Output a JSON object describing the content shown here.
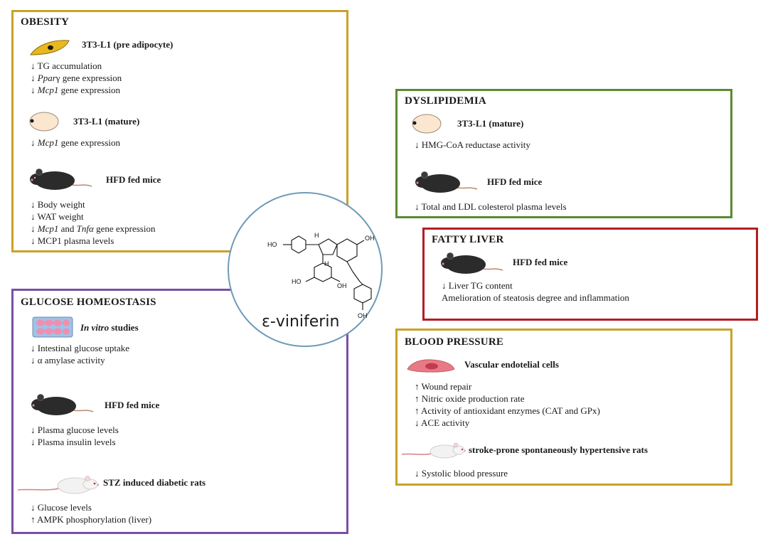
{
  "compound": {
    "name": "ε-viniferin"
  },
  "molecule": {
    "oh_label": "OH",
    "ho_label": "HO",
    "h_label": "H"
  },
  "obesity": {
    "title": "OBESITY",
    "model1": "3T3-L1 (pre adipocyte)",
    "effects1": [
      "↓ TG accumulation",
      "↓ Pparγ gene expression",
      "↓ Mcp1 gene expression"
    ],
    "model2": "3T3-L1 (mature)",
    "effects2": [
      "↓ Mcp1 gene expression"
    ],
    "model3": "HFD fed mice",
    "effects3": [
      "↓ Body weight",
      "↓ WAT weight",
      "↓ Mcp1 and Tnfα gene expression",
      "↓ MCP1 plasma levels"
    ]
  },
  "dyslipidemia": {
    "title": "DYSLIPIDEMIA",
    "model1": "3T3-L1 (mature)",
    "effects1": [
      "↓ HMG-CoA reductase activity"
    ],
    "model2": "HFD fed mice",
    "effects2": [
      "↓ Total and LDL colesterol plasma levels"
    ]
  },
  "fatty_liver": {
    "title": "FATTY LIVER",
    "model1": "HFD fed mice",
    "effects1": [
      "↓ Liver TG content",
      "Amelioration of steatosis degree and inflammation"
    ]
  },
  "glucose": {
    "title": "GLUCOSE HOMEOSTASIS",
    "model1_em": "In vitro",
    "model1_rest": " studies",
    "effects1": [
      "↓ Intestinal glucose uptake",
      "↓ α amylase activity"
    ],
    "model2": "HFD fed mice",
    "effects2": [
      "↓ Plasma glucose levels",
      "↓ Plasma insulin levels"
    ],
    "model3": "STZ induced diabetic rats",
    "effects3": [
      "↓ Glucose levels",
      "↑ AMPK phosphorylation (liver)"
    ]
  },
  "blood_pressure": {
    "title": "BLOOD PRESSURE",
    "model1": "Vascular endotelial cells",
    "effects1": [
      "↑ Wound repair",
      "↑ Nitric oxide production rate",
      "↑ Activity of antioxidant enzymes (CAT and GPx)",
      "↓ ACE activity"
    ],
    "model2": "stroke-prone spontaneously hypertensive rats",
    "effects2": [
      "↓ Systolic blood pressure"
    ]
  },
  "colors": {
    "obesity_border": "#c9a227",
    "dyslipidemia_border": "#5a8a32",
    "fatty_liver_border": "#b21e23",
    "glucose_border": "#7a4fa3",
    "blood_pressure_border": "#c9a227",
    "circle_border": "#6f9ab7",
    "adipocyte_fill": "#e8b81c",
    "mature_fill": "#fbe6cf",
    "mouse_fill": "#2b2b2b",
    "rat_fill": "#f2f2f2",
    "endothelial_fill": "#e87a86",
    "plate_fill": "#9fc2e6",
    "well_fill": "#ee8fb0"
  },
  "icons": [
    "adipocyte-icon",
    "mature-adipocyte-icon",
    "mouse-icon",
    "well-plate-icon",
    "rat-icon",
    "endothelial-cell-icon"
  ]
}
